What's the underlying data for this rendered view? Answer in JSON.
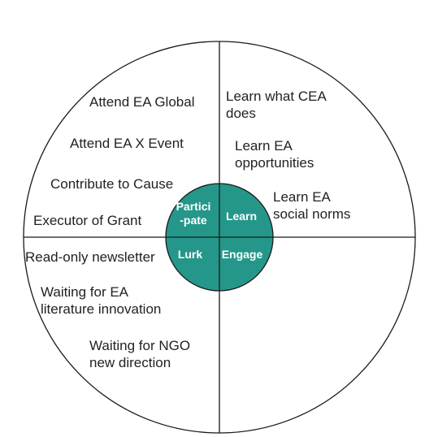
{
  "colors": {
    "hub_fill": "#25978a",
    "outline": "#1a1a1a",
    "text": "#222222",
    "hub_text": "#ffffff"
  },
  "hub": {
    "participate": "Partici\n-pate",
    "learn": "Learn",
    "lurk": "Lurk",
    "engage": "Engage"
  },
  "top_left": {
    "attend_global": "Attend EA Global",
    "attend_x_event": "Attend EA X Event",
    "contribute": "Contribute to Cause",
    "executor": "Executor of Grant"
  },
  "top_right": {
    "learn_cea": "Learn what CEA\ndoes",
    "learn_opportunities": "Learn EA\nopportunities",
    "learn_norms": "Learn EA\nsocial norms"
  },
  "bottom_left": {
    "newsletter": "Read-only newsletter",
    "waiting_literature": "Waiting for EA\nliterature innovation",
    "waiting_ngo": "Waiting for NGO\nnew direction"
  }
}
